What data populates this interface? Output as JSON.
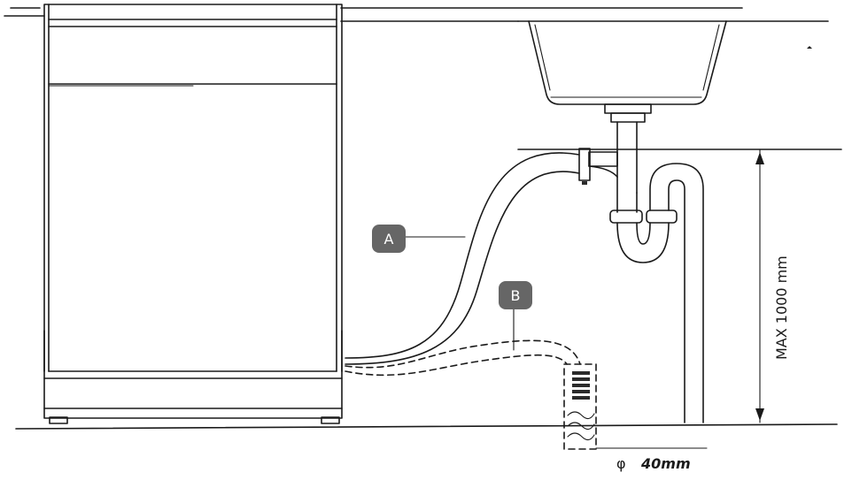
{
  "labels": {
    "hose_a": "A",
    "hose_b": "B",
    "max_height": "MAX 1000 mm",
    "phi": "φ",
    "diameter": "40mm"
  },
  "colors": {
    "line": "#1a1a1a",
    "badge_fill": "#666666",
    "badge_text": "#ffffff",
    "background": "#ffffff"
  }
}
